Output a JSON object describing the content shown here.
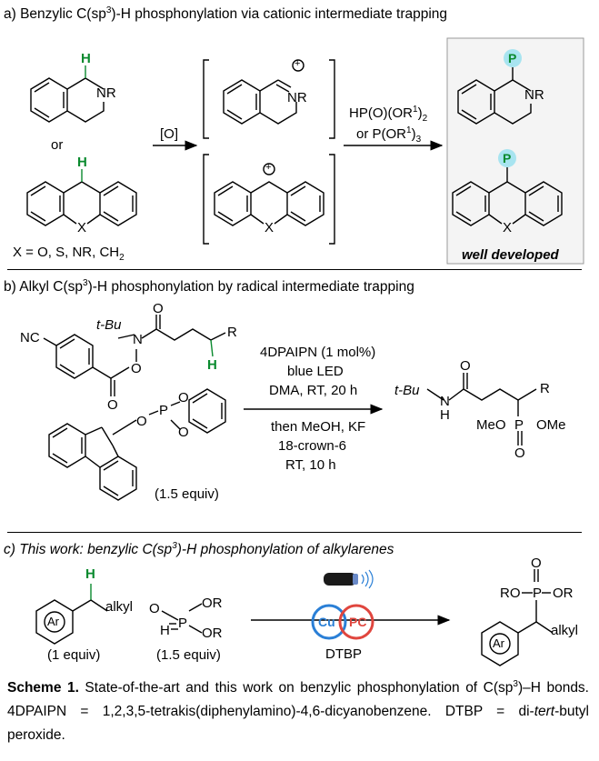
{
  "section_a": {
    "title_pre": "a) Benzylic C(sp",
    "title_sup": "3",
    "title_post": ")-H phosphonylation via cationic intermediate trapping",
    "h_label": "H",
    "nr": "NR",
    "or": "or",
    "x_label": "X",
    "x_def": "X = O, S, NR, CH",
    "x_def_sub": "2",
    "oxidant": "[O]",
    "reagent1": "HP(O)(OR",
    "reagent1_sup": "1",
    "reagent1_end": ")",
    "reagent1_sub": "2",
    "reagent2": "or P(OR",
    "reagent2_sup": "1",
    "reagent2_end": ")",
    "reagent2_sub": "3",
    "plus": "+",
    "p_label": "P",
    "well": "well developed"
  },
  "section_b": {
    "title_pre": "b) Alkyl C(sp",
    "title_sup": "3",
    "title_post": ")-H phosphonylation by radical intermediate trapping",
    "nc": "NC",
    "tbu": "t-Bu",
    "n": "N",
    "o": "O",
    "r": "R",
    "h": "H",
    "p": "P",
    "equiv": "(1.5 equiv)",
    "cond": [
      "4DPAIPN (1 mol%)",
      "blue LED",
      "DMA, RT, 20 h"
    ],
    "cond2": [
      "then MeOH, KF",
      "18-crown-6",
      "RT, 10 h"
    ],
    "meo": "MeO",
    "ome": "OMe"
  },
  "section_c": {
    "title_pre": "c) This work: benzylic C(sp",
    "title_sup": "3",
    "title_post": ")-H phosphonylation of alkylarenes",
    "h": "H",
    "ar": "Ar",
    "alkyl": "alkyl",
    "equiv1": "(1 equiv)",
    "equiv2": "(1.5 equiv)",
    "o": "O",
    "or": "OR",
    "h2": "H",
    "p": "P",
    "cu": "Cu",
    "pc": "PC",
    "dtbp": "DTBP",
    "ro": "RO",
    "or2": "OR"
  },
  "caption": {
    "label": "Scheme 1.",
    "text1": " State-of-the-art and this work on benzylic phosphonylation of",
    "c_sp": "C(sp",
    "c_sup": "3",
    "c_post": ")–H bonds. 4DPAIPN = 1,2,3,5-tetrakis(diphenylamino)-4,6-dicyanobenzene. DTBP = di-",
    "tert": "tert",
    "text_end": "-butyl peroxide."
  },
  "colors": {
    "green_h": "#0a8a2e",
    "p_circle": "#a8e4f0",
    "cu_blue": "#2a7fd6",
    "pc_red": "#e0463e",
    "box_border": "#9a9a9a",
    "box_fill": "#f4f4f4"
  }
}
